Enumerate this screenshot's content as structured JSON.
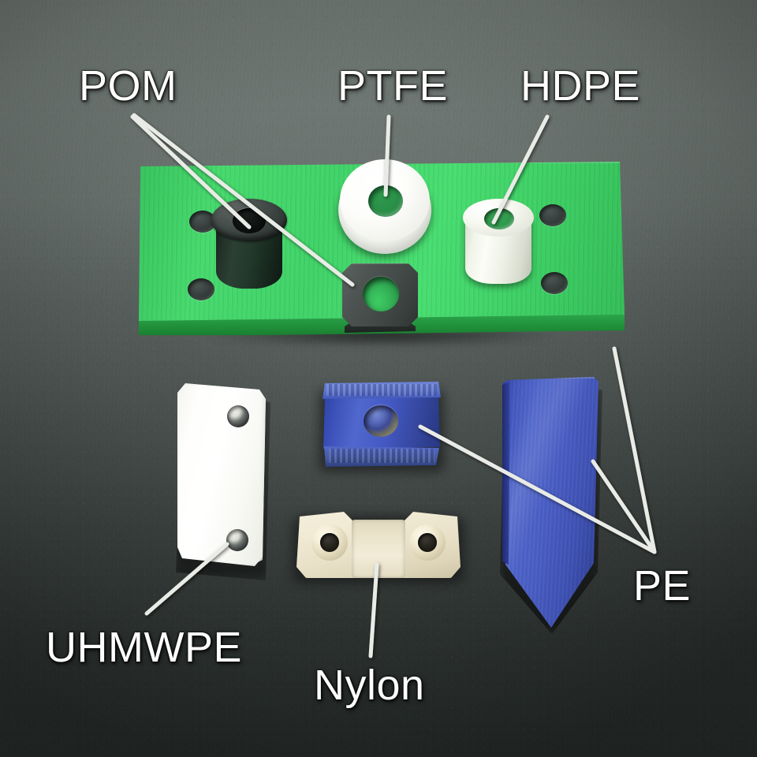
{
  "scene": {
    "title": "Annotated photo of plastic machined parts",
    "background_top_color": "#6e7772",
    "background_bottom_color": "#2a302e"
  },
  "labels": [
    {
      "id": "pom",
      "text": "POM",
      "color": "#fdfdfb"
    },
    {
      "id": "ptfe",
      "text": "PTFE",
      "color": "#fdfdfb"
    },
    {
      "id": "hdpe",
      "text": "HDPE",
      "color": "#fdfdfb"
    },
    {
      "id": "pe",
      "text": "PE",
      "color": "#fdfdfb"
    },
    {
      "id": "uhmwpe",
      "text": "UHMWPE",
      "color": "#fdfdfb"
    },
    {
      "id": "nylon",
      "text": "Nylon",
      "color": "#fdfdfb"
    }
  ],
  "label_text": {
    "pom": "POM",
    "ptfe": "PTFE",
    "hdpe": "HDPE",
    "pe": "PE",
    "uhmwpe": "UHMWPE",
    "nylon": "Nylon"
  },
  "objects": [
    {
      "id": "green-plate",
      "name": "green plate",
      "material_label": "PE",
      "color": "#3fd267",
      "edge_color": "#24963f",
      "hole_count": 4
    },
    {
      "id": "pom-bushing",
      "name": "black cylindrical bushing",
      "material_label": "POM",
      "color": "#2c4033"
    },
    {
      "id": "pom-block",
      "name": "dark chamfered square block",
      "material_label": "POM",
      "color": "#4e5553"
    },
    {
      "id": "ptfe-washer",
      "name": "white washer",
      "material_label": "PTFE",
      "color": "#ffffff"
    },
    {
      "id": "hdpe-bushing",
      "name": "white cylindrical bushing",
      "material_label": "HDPE",
      "color": "#f7f9f1"
    },
    {
      "id": "uhmwpe-block",
      "name": "white rectangular block with two holes",
      "material_label": "UHMWPE",
      "color": "#ffffff"
    },
    {
      "id": "pe-block",
      "name": "blue ribbed block with center bore",
      "material_label": "PE",
      "color": "#4459c4"
    },
    {
      "id": "pe-wedge",
      "name": "tall blue pointed wedge",
      "material_label": "PE",
      "color": "#4a5fc6"
    },
    {
      "id": "nylon-piece",
      "name": "cream saddle clamp with two bolt holes",
      "material_label": "Nylon",
      "color": "#f1ead4"
    }
  ],
  "leaders": [
    {
      "id": "pom-to-bushing",
      "from_label": "pom",
      "to_object": "pom-bushing"
    },
    {
      "id": "pom-to-block",
      "from_label": "pom",
      "to_object": "pom-block"
    },
    {
      "id": "ptfe-to-washer",
      "from_label": "ptfe",
      "to_object": "ptfe-washer"
    },
    {
      "id": "hdpe-to-bushing",
      "from_label": "hdpe",
      "to_object": "hdpe-bushing"
    },
    {
      "id": "pe-to-plate",
      "from_label": "pe",
      "to_object": "green-plate"
    },
    {
      "id": "pe-to-block",
      "from_label": "pe",
      "to_object": "pe-block"
    },
    {
      "id": "pe-to-wedge",
      "from_label": "pe",
      "to_object": "pe-wedge"
    },
    {
      "id": "uhmwpe-to-block",
      "from_label": "uhmwpe",
      "to_object": "uhmwpe-block"
    },
    {
      "id": "nylon-to-piece",
      "from_label": "nylon",
      "to_object": "nylon-piece"
    }
  ]
}
